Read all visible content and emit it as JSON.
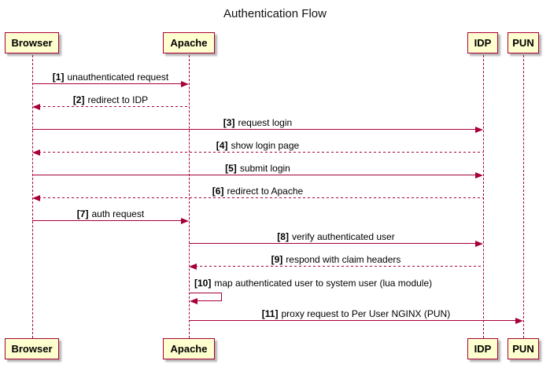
{
  "title": "Authentication Flow",
  "colors": {
    "accent": "#A80036",
    "box_fill": "#FEFECE",
    "text": "#000000",
    "background": "#FFFFFF"
  },
  "participants": [
    {
      "name": "Browser"
    },
    {
      "name": "Apache"
    },
    {
      "name": "IDP"
    },
    {
      "name": "PUN"
    }
  ],
  "messages": [
    {
      "num": "[1]",
      "text": "unauthenticated request",
      "from": "Browser",
      "to": "Apache",
      "line": "solid"
    },
    {
      "num": "[2]",
      "text": "redirect to IDP",
      "from": "Apache",
      "to": "Browser",
      "line": "dashed"
    },
    {
      "num": "[3]",
      "text": "request login",
      "from": "Browser",
      "to": "IDP",
      "line": "solid"
    },
    {
      "num": "[4]",
      "text": "show login page",
      "from": "IDP",
      "to": "Browser",
      "line": "dashed"
    },
    {
      "num": "[5]",
      "text": "submit login",
      "from": "Browser",
      "to": "IDP",
      "line": "solid"
    },
    {
      "num": "[6]",
      "text": "redirect to Apache",
      "from": "IDP",
      "to": "Browser",
      "line": "dashed"
    },
    {
      "num": "[7]",
      "text": "auth request",
      "from": "Browser",
      "to": "Apache",
      "line": "solid"
    },
    {
      "num": "[8]",
      "text": "verify authenticated user",
      "from": "Apache",
      "to": "IDP",
      "line": "solid"
    },
    {
      "num": "[9]",
      "text": "respond with claim headers",
      "from": "IDP",
      "to": "Apache",
      "line": "dashed"
    },
    {
      "num": "[10]",
      "text": "map authenticated user to system user (lua module)",
      "from": "Apache",
      "to": "Apache",
      "line": "self"
    },
    {
      "num": "[11]",
      "text": "proxy request to Per User NGINX (PUN)",
      "from": "Apache",
      "to": "PUN",
      "line": "solid"
    }
  ]
}
